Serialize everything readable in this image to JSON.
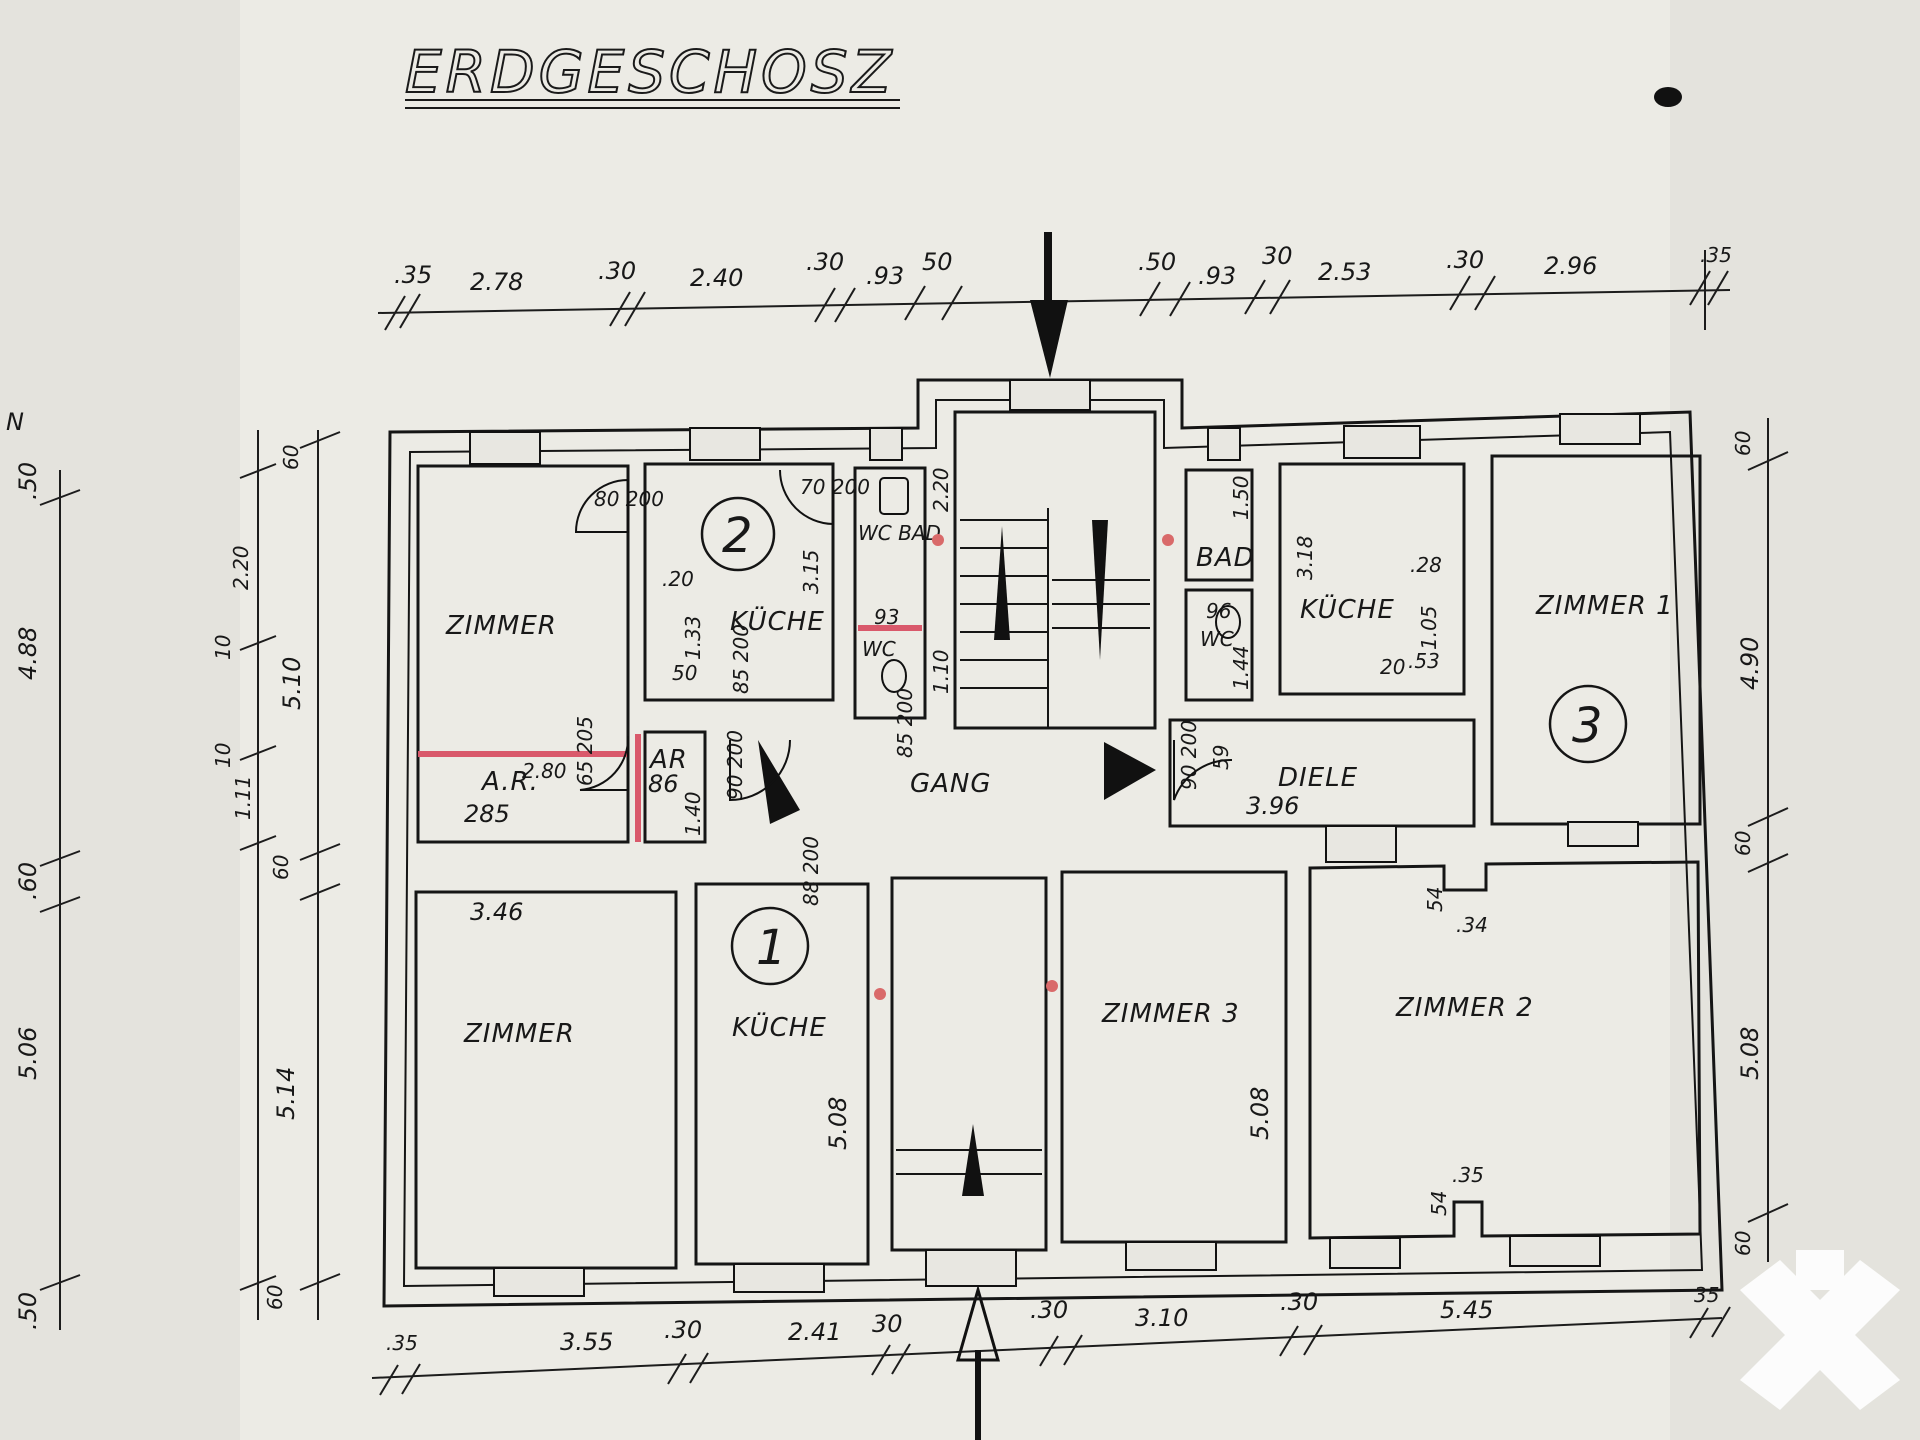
{
  "title": "ERDGESCHOSZ",
  "rooms": {
    "zimmer_upper_left": "ZIMMER",
    "kueche_2": "KÜCHE",
    "wc_bad_left": "WC BAD",
    "wc_left": "WC",
    "ar": "AR",
    "ak": "A.R.",
    "gang": "GANG",
    "bad_right": "BAD",
    "wc_right": "WC",
    "kueche_3": "KÜCHE",
    "zimmer_1": "ZIMMER 1",
    "diele": "DIELE",
    "zimmer_lower_left": "ZIMMER",
    "kueche_1": "KÜCHE",
    "zimmer_3": "ZIMMER 3",
    "zimmer_2": "ZIMMER 2"
  },
  "unit_numbers": {
    "u1": "1",
    "u2": "2",
    "u3": "3"
  },
  "dims_top": [
    ".35",
    "2.78",
    ".30",
    "2.40",
    ".30",
    ".93",
    "50",
    ".50",
    ".93",
    "30",
    "2.53",
    ".30",
    "2.96",
    ".35"
  ],
  "dims_bottom": [
    ".35",
    "3.55",
    ".30",
    "2.41",
    "30",
    ".30",
    "3.10",
    ".30",
    "5.45",
    "35"
  ],
  "dims_left_outer": [
    ".50",
    "4.88",
    ".60",
    "5.06",
    ".50"
  ],
  "dims_left_inner": [
    "60",
    "2.20",
    "10",
    "5.10",
    "10",
    "1.11",
    "60",
    "5.14",
    "60"
  ],
  "dims_right": [
    "60",
    "4.90",
    "60",
    "5.08",
    "60"
  ],
  "inner_labels": {
    "k2_a": ".20",
    "k2_b": "3.15",
    "k2_c": "1.33",
    "k2_d": "50",
    "k2_door": "85 200",
    "door_80": "80 200",
    "door_70": "70 200",
    "wc_93": "93",
    "st_220": "2.20",
    "st_110": "1.10",
    "door_85": "85 200",
    "ar_86": "86",
    "ar_140": "1.40",
    "door_90": "90 200",
    "ak_280": "2.80",
    "ak_285": "285",
    "ak_door": "65 205",
    "k3_318": "3.18",
    "k3_28": ".28",
    "k3_105": "1.05",
    "k3_20": "20",
    "k3_53": ".53",
    "bad_150": "1.50",
    "wc_96": "96",
    "wc_144": "1.44",
    "diele_396": "3.96",
    "diele_59": "59",
    "diele_door": "90 200",
    "z_346": "3.46",
    "k1_508": "5.08",
    "z3_508": "5.08",
    "z2_54a": "54",
    "z2_34": ".34",
    "z2_54b": "54",
    "z2_35": ".35",
    "door_88": "88 200",
    "edge_N": "N"
  }
}
